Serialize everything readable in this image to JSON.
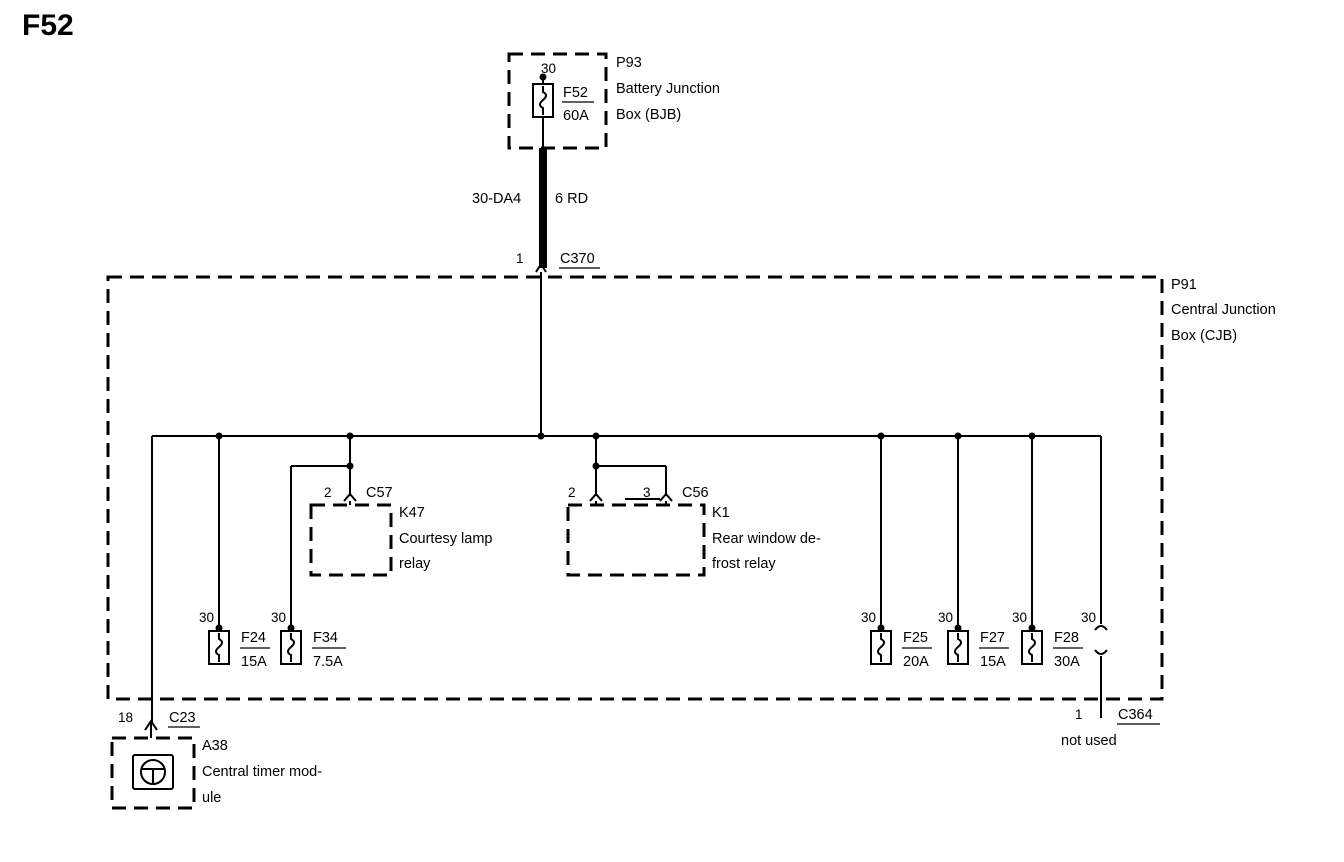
{
  "page_title": "F52",
  "bjb": {
    "id": "P93",
    "name_line1": "Battery Junction",
    "name_line2": "Box (BJB)",
    "pin": "30",
    "fuse_id": "F52",
    "fuse_rating": "60A"
  },
  "feed_wire": {
    "circuit": "30-DA4",
    "gauge_color": "6 RD"
  },
  "c370": {
    "pin": "1",
    "id": "C370"
  },
  "cjb": {
    "id": "P91",
    "name_line1": "Central Junction",
    "name_line2": "Box (CJB)"
  },
  "k47": {
    "pin": "2",
    "connector": "C57",
    "id": "K47",
    "name_line1": "Courtesy lamp",
    "name_line2": "relay"
  },
  "k1": {
    "pin_a": "2",
    "pin_b": "3",
    "connector": "C56",
    "id": "K1",
    "name_line1": "Rear window de-",
    "name_line2": "frost relay"
  },
  "fuses": [
    {
      "pin": "30",
      "id": "F24",
      "rating": "15A"
    },
    {
      "pin": "30",
      "id": "F34",
      "rating": "7.5A"
    },
    {
      "pin": "30",
      "id": "F25",
      "rating": "20A"
    },
    {
      "pin": "30",
      "id": "F27",
      "rating": "15A"
    },
    {
      "pin": "30",
      "id": "F28",
      "rating": "30A"
    }
  ],
  "unused_pin": "30",
  "c23": {
    "pin": "18",
    "id": "C23"
  },
  "a38": {
    "id": "A38",
    "name_line1": "Central timer mod-",
    "name_line2": "ule"
  },
  "c364": {
    "pin": "1",
    "id": "C364",
    "note": "not used"
  }
}
